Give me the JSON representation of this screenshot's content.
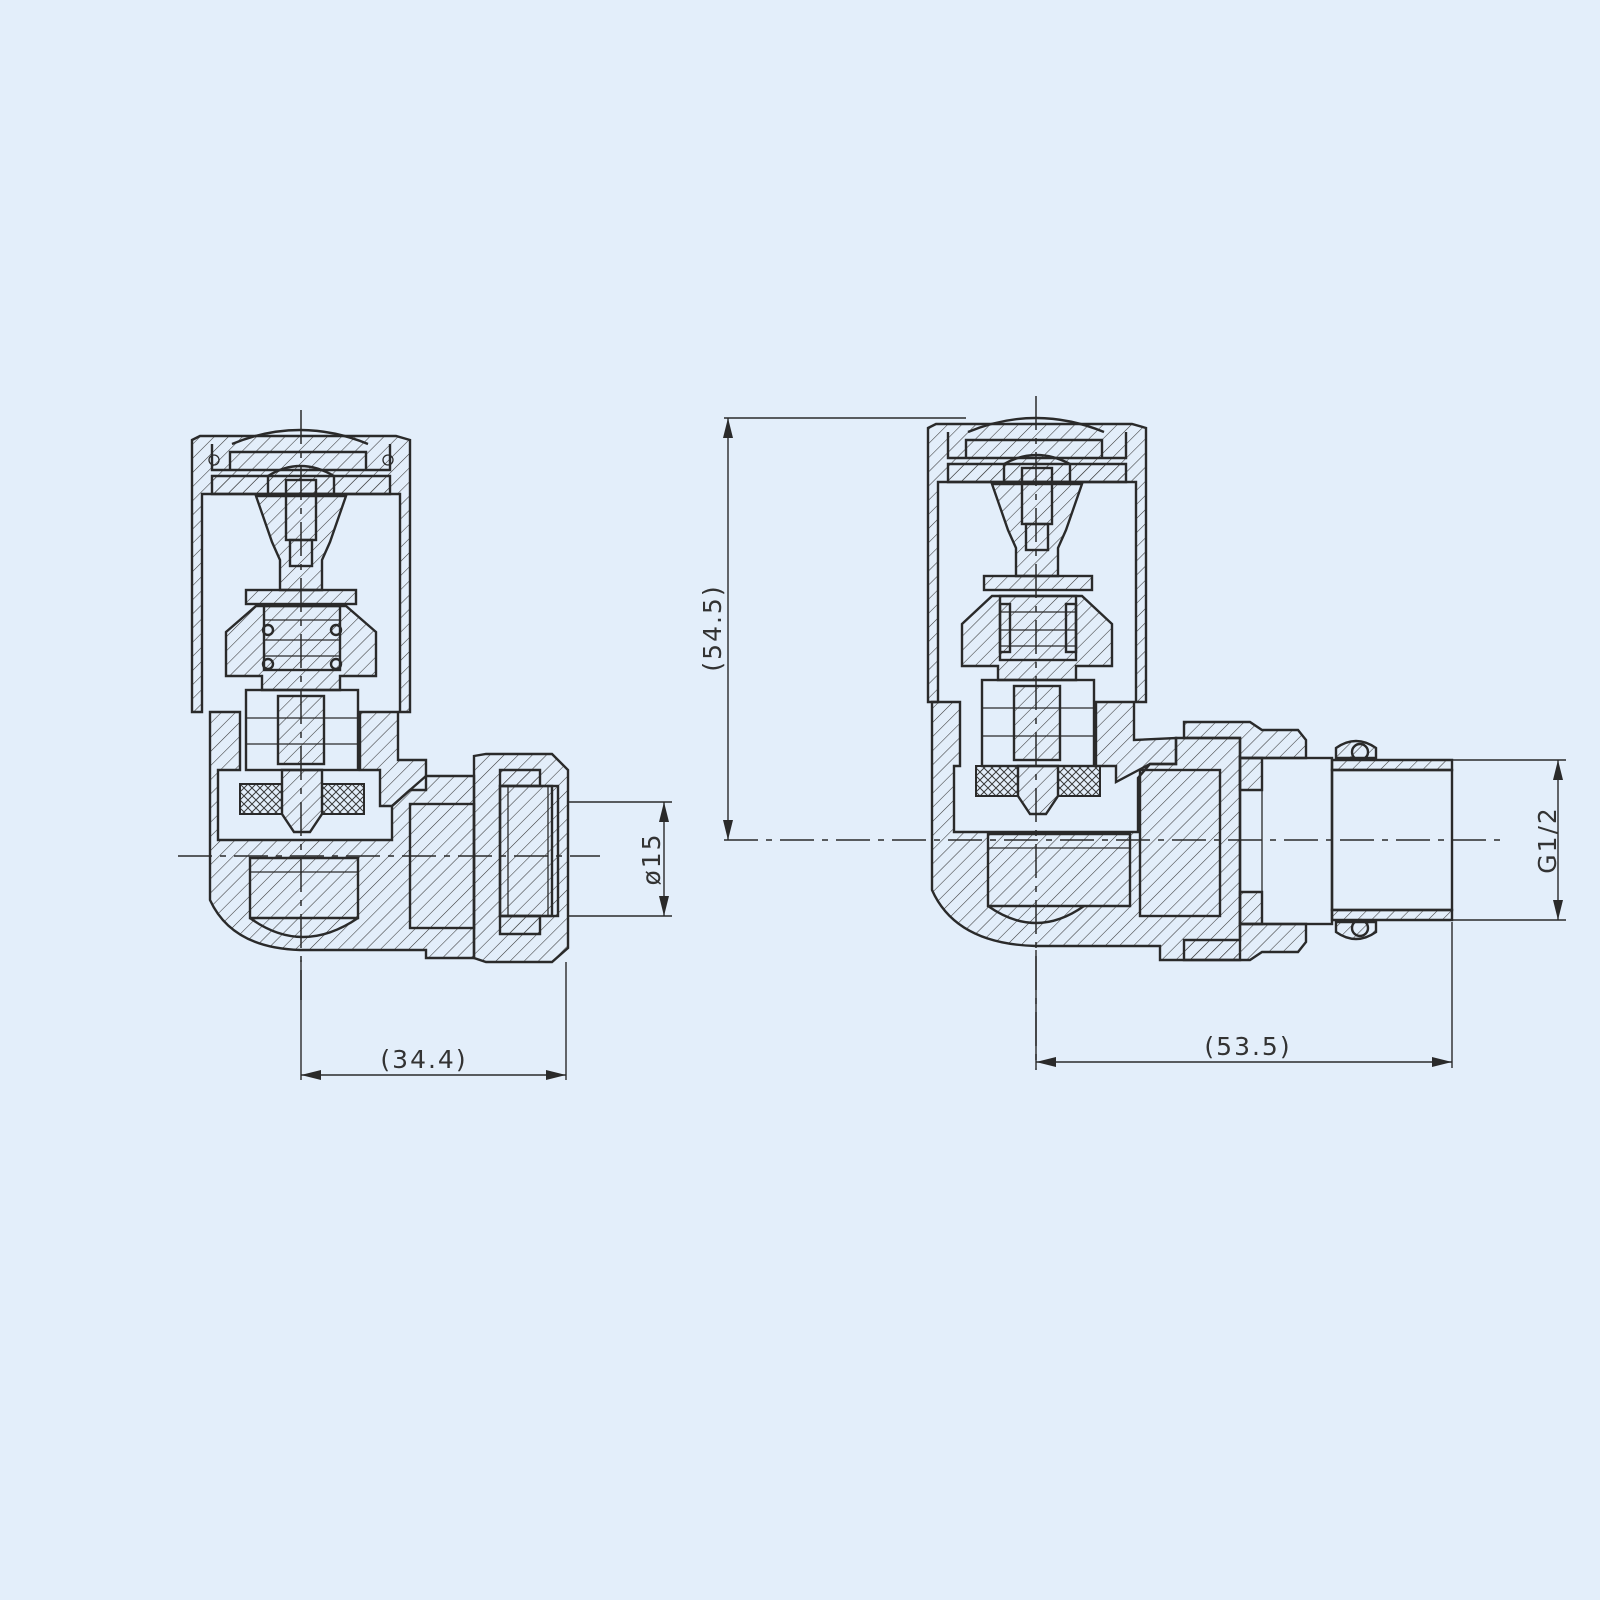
{
  "views": {
    "compression": {
      "width_label": "(34.4)",
      "pipe_label": "ø15"
    },
    "threaded": {
      "height_label": "(54.5)",
      "width_label": "(53.5)",
      "thread_label": "G1/2"
    }
  },
  "colors": {
    "background": "#e3eefa",
    "line": "#2a2a2a"
  }
}
